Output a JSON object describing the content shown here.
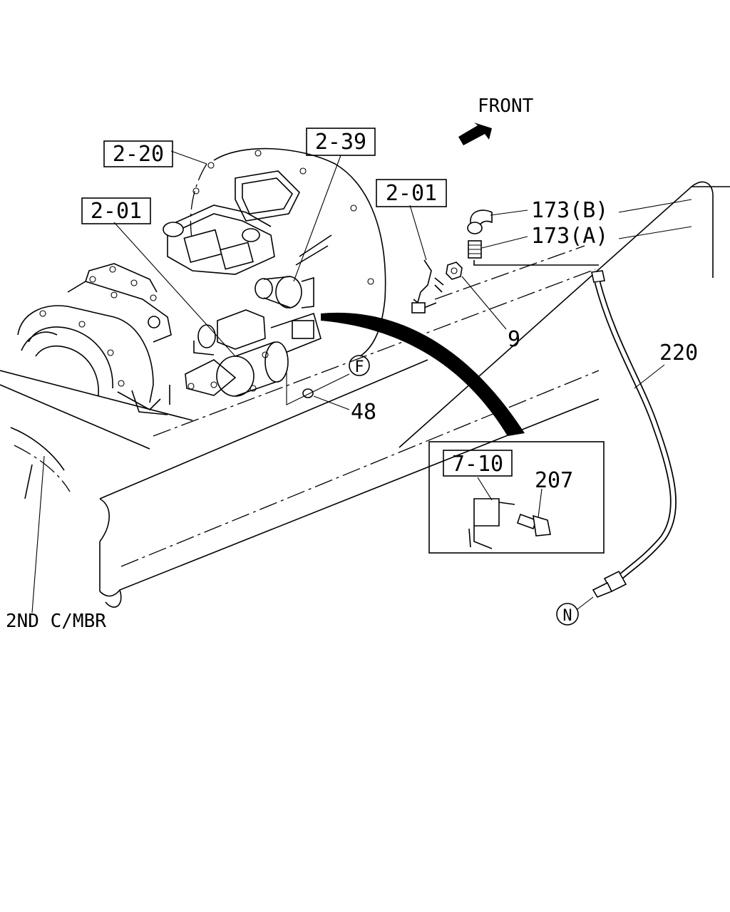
{
  "diagram": {
    "direction_label": "FRONT",
    "labels": {
      "ref_2_20": "2-20",
      "ref_2_39": "2-39",
      "ref_2_01_left": "2-01",
      "ref_2_01_right": "2-01",
      "ref_7_10": "7-10",
      "part_173b": "173(B)",
      "part_173a": "173(A)",
      "part_9": "9",
      "part_220": "220",
      "part_48": "48",
      "part_207": "207",
      "callout_f": "F",
      "callout_n": "N",
      "member_label": "2ND C/MBR"
    }
  }
}
